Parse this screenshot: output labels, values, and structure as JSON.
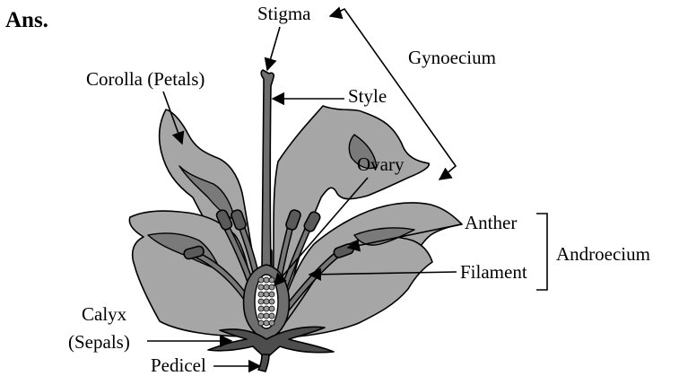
{
  "heading": "Ans.",
  "labels": {
    "stigma": "Stigma",
    "gynoecium": "Gynoecium",
    "corolla": "Corolla (Petals)",
    "style": "Style",
    "ovary": "Ovary",
    "anther": "Anther",
    "androecium": "Androecium",
    "filament": "Filament",
    "calyx": "Calyx",
    "sepals": "(Sepals)",
    "pedicel": "Pedicel"
  }
}
